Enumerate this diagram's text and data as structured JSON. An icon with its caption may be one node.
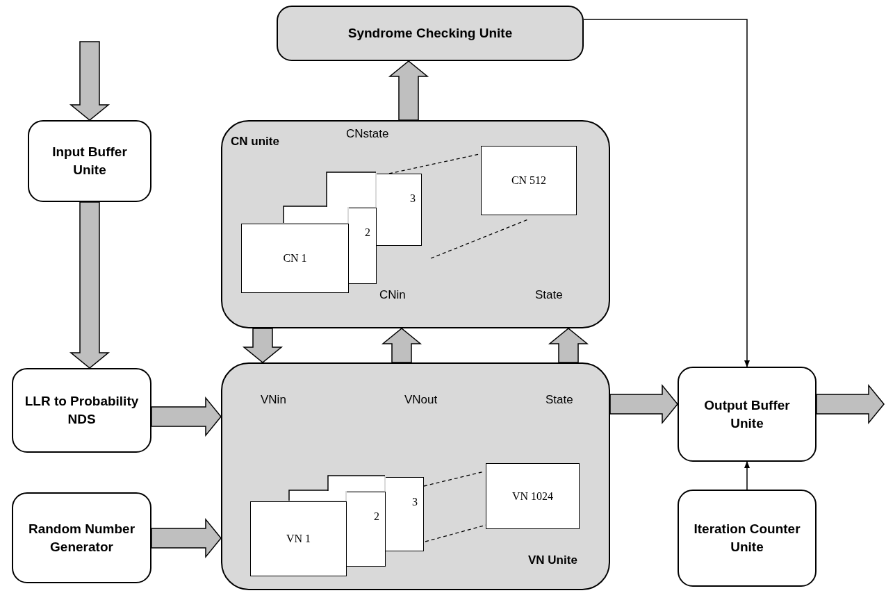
{
  "diagram": {
    "nodes": [
      {
        "text": [
          "Syndrome Checking Unite"
        ]
      },
      {
        "text": [
          "Input Buffer Unite"
        ]
      },
      {
        "text": [
          "CN unite",
          "CNstate",
          "CNin",
          "State"
        ]
      },
      {
        "text": [
          "CN 1"
        ],
        "in": 2
      },
      {
        "text": [
          "2"
        ],
        "in": 2
      },
      {
        "text": [
          "3"
        ],
        "in": 2
      },
      {
        "text": [
          "CN 512"
        ],
        "in": 2
      },
      {
        "text": [
          "LLR to Probability NDS"
        ]
      },
      {
        "text": [
          "VNin",
          "VNout",
          "State",
          "VN Unite"
        ]
      },
      {
        "text": [
          "VN 1"
        ],
        "in": 8
      },
      {
        "text": [
          "2"
        ],
        "in": 8
      },
      {
        "text": [
          "3"
        ],
        "in": 8
      },
      {
        "text": [
          "VN 1024"
        ],
        "in": 8
      },
      {
        "text": [
          "Random Number Generator"
        ]
      },
      {
        "text": [
          "Output Buffer Unite"
        ]
      },
      {
        "text": [
          "Iteration Counter Unite"
        ]
      }
    ],
    "edges": [
      {
        "from": null,
        "to": 1,
        "arrow": "to",
        "style": "thick"
      },
      {
        "from": 1,
        "to": 7,
        "arrow": "to",
        "style": "thick"
      },
      {
        "from": 2,
        "to": 0,
        "arrow": "to",
        "style": "thick"
      },
      {
        "from": 2,
        "to": 8,
        "arrow": "to",
        "style": "thick"
      },
      {
        "from": 8,
        "to": 2,
        "arrow": "to",
        "style": "thick"
      },
      {
        "from": 8,
        "to": 2,
        "arrow": "to",
        "style": "thick"
      },
      {
        "from": 7,
        "to": 8,
        "arrow": "to",
        "style": "thick"
      },
      {
        "from": 13,
        "to": 8,
        "arrow": "to",
        "style": "thick"
      },
      {
        "from": 8,
        "to": 14,
        "arrow": "to",
        "style": "thick"
      },
      {
        "from": 14,
        "to": null,
        "arrow": "to",
        "style": "thick"
      },
      {
        "from": 0,
        "to": 14,
        "arrow": "to"
      },
      {
        "from": 15,
        "to": 14,
        "arrow": "to"
      }
    ]
  }
}
